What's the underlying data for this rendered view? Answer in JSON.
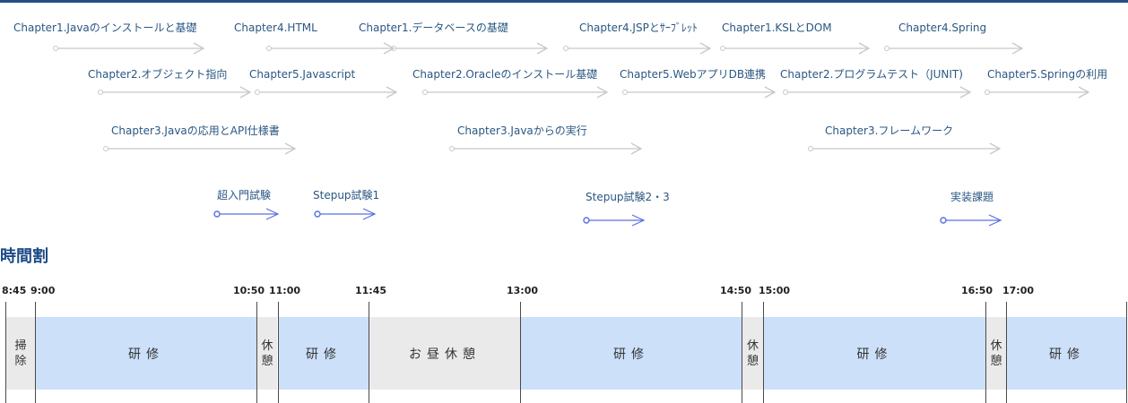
{
  "chapters": [
    "Chapter1.Javaのインストールと基礎",
    "Chapter4.HTML",
    "Chapter1.データベースの基礎",
    "Chapter4.JSPとｻｰﾌﾞﾚｯﾄ",
    "Chapter1.KSLとDOM",
    "Chapter4.Spring",
    "Chapter2.オブジェクト指向",
    "Chapter5.Javascript",
    "Chapter2.Oracleのインストール基礎",
    "Chapter5.WebアプリDB連携",
    "Chapter2.プログラムテスト（JUNIT)",
    "Chapter5.Springの利用",
    "Chapter3.Javaの応用とAPI仕様書",
    "Chapter3.Javaからの実行",
    "Chapter3.フレームワーク"
  ],
  "exams": [
    "超入門試験",
    "Stepup試験1",
    "Stepup試験2・3",
    "実装課題"
  ],
  "schedule": {
    "title": "時間割",
    "times": [
      "8:45",
      "9:00",
      "10:50",
      "11:00",
      "11:45",
      "13:00",
      "14:50",
      "15:00",
      "16:50",
      "17:00"
    ],
    "blocks": [
      {
        "label": "掃除",
        "kind": "rest"
      },
      {
        "label": "研修",
        "kind": "train"
      },
      {
        "label": "休憩",
        "kind": "rest"
      },
      {
        "label": "研修",
        "kind": "train"
      },
      {
        "label": "お昼休憩",
        "kind": "rest"
      },
      {
        "label": "研修",
        "kind": "train"
      },
      {
        "label": "休憩",
        "kind": "rest"
      },
      {
        "label": "研修",
        "kind": "train"
      },
      {
        "label": "休憩",
        "kind": "rest"
      },
      {
        "label": "研修",
        "kind": "train"
      }
    ]
  },
  "colors": {
    "accent": "#244f85",
    "label": "#2a5783",
    "training": "#cce0fa",
    "break": "#eaeaea",
    "exam_arrow": "#5a6fe0",
    "chapter_arrow": "#c8c8c8"
  }
}
